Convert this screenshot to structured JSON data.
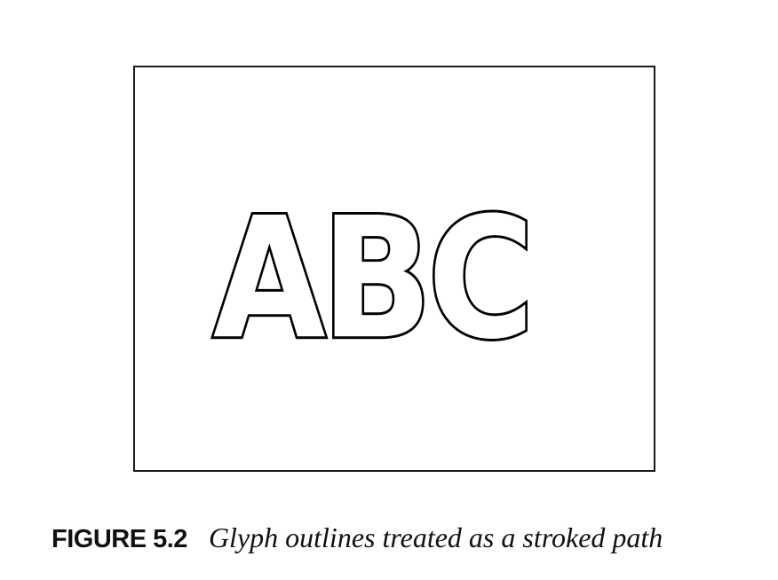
{
  "figure": {
    "glyphs": "ABC",
    "stroke_color": "#000000",
    "fill_color": "#ffffff",
    "frame_color": "#1a1a1a"
  },
  "caption": {
    "label": "FIGURE 5.2",
    "text": "Glyph outlines treated as a stroked path"
  }
}
